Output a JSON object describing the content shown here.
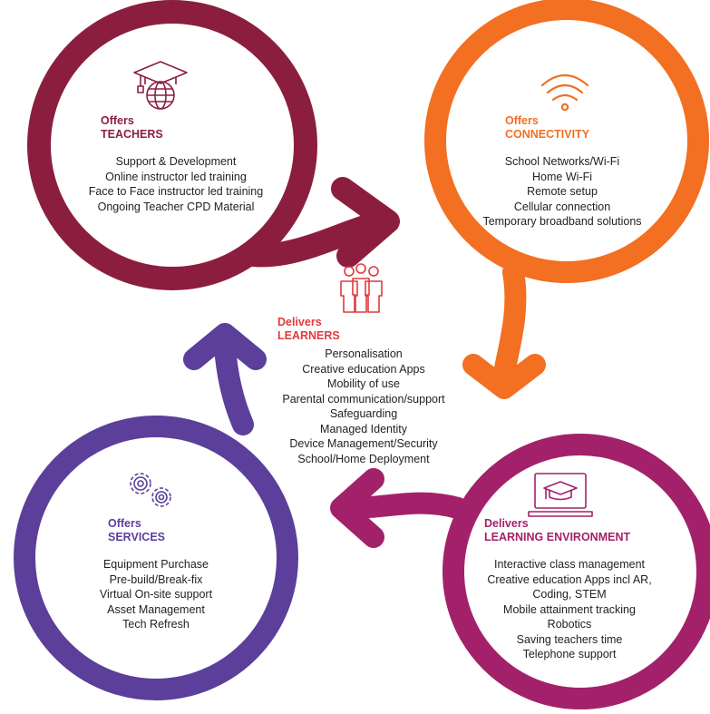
{
  "colors": {
    "teachers": "#8B1E3F",
    "connectivity": "#F36F21",
    "learners": "#E03A3E",
    "services": "#5B3F9A",
    "environment": "#A3216A"
  },
  "icons": {
    "teachers": "graduation-cap-globe-icon",
    "connectivity": "wifi-icon",
    "learners": "people-group-icon",
    "services": "gears-icon",
    "environment": "laptop-graduation-cap-icon"
  },
  "teachers": {
    "kicker": "Offers",
    "title": "TEACHERS",
    "items": [
      "Support & Development",
      "Online instructor led training",
      "Face to Face instructor led training",
      "Ongoing Teacher CPD Material"
    ]
  },
  "connectivity": {
    "kicker": "Offers",
    "title": "CONNECTIVITY",
    "items": [
      "School Networks/Wi-Fi",
      "Home Wi-Fi",
      "Remote setup",
      "Cellular connection",
      "Temporary broadband solutions"
    ]
  },
  "learners": {
    "kicker": "Delivers",
    "title": "LEARNERS",
    "items": [
      "Personalisation",
      "Creative education Apps",
      "Mobility of use",
      "Parental communication/support",
      "Safeguarding",
      "Managed Identity",
      "Device Management/Security",
      "School/Home Deployment"
    ]
  },
  "services": {
    "kicker": "Offers",
    "title": "SERVICES",
    "items": [
      "Equipment Purchase",
      "Pre-build/Break-fix",
      "Virtual On-site support",
      "Asset Management",
      "Tech Refresh"
    ]
  },
  "environment": {
    "kicker": "Delivers",
    "title": "LEARNING ENVIRONMENT",
    "items": [
      "Interactive class management",
      "Creative education Apps incl AR,",
      "Coding, STEM",
      "Mobile attainment tracking",
      "Robotics",
      "Saving teachers time",
      "Telephone support"
    ]
  }
}
